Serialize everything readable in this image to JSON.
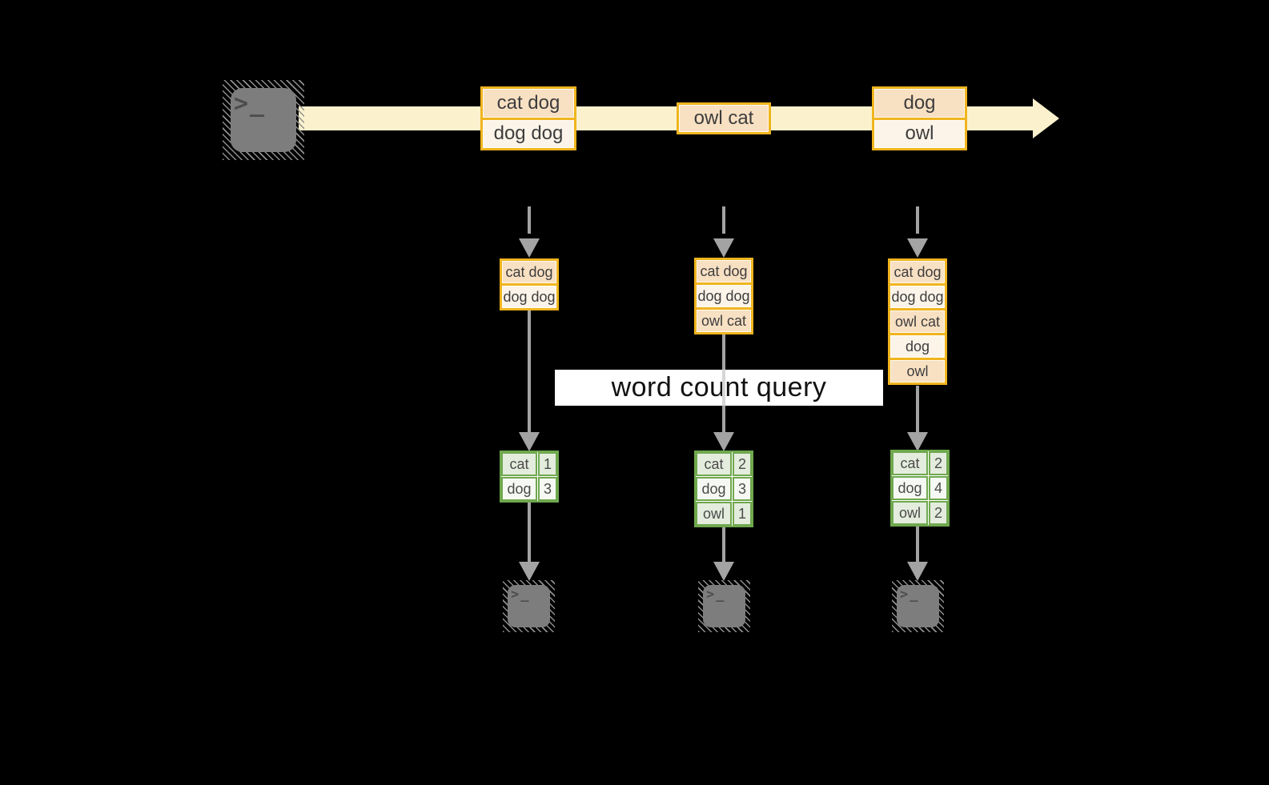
{
  "colors": {
    "background": "#000000",
    "gold_border": "#f0b41e",
    "peach_fill": "#f8e0c3",
    "cream_fill": "#fdf4e9",
    "stream_band": "#fbf2cd",
    "green_border": "#6fa84e",
    "green_fill_dark": "#e4ecdd",
    "green_fill_light": "#f6f9f3",
    "arrow_gray": "#a3a3a3",
    "terminal_gray": "#7d7d7d",
    "query_band": "#ffffff"
  },
  "icons": {
    "terminal_glyph": ">_"
  },
  "stream": {
    "batches": [
      {
        "rows": [
          "cat dog",
          "dog dog"
        ]
      },
      {
        "rows": [
          "owl cat"
        ]
      },
      {
        "rows": [
          "dog",
          "owl"
        ]
      }
    ]
  },
  "query": {
    "label": "word count query"
  },
  "columns": [
    {
      "stack": [
        "cat dog",
        "dog dog"
      ],
      "counts": [
        {
          "word": "cat",
          "count": "1"
        },
        {
          "word": "dog",
          "count": "3"
        }
      ]
    },
    {
      "stack": [
        "cat dog",
        "dog dog",
        "owl cat"
      ],
      "counts": [
        {
          "word": "cat",
          "count": "2"
        },
        {
          "word": "dog",
          "count": "3"
        },
        {
          "word": "owl",
          "count": "1"
        }
      ]
    },
    {
      "stack": [
        "cat dog",
        "dog dog",
        "owl cat",
        "dog",
        "owl"
      ],
      "counts": [
        {
          "word": "cat",
          "count": "2"
        },
        {
          "word": "dog",
          "count": "4"
        },
        {
          "word": "owl",
          "count": "2"
        }
      ]
    }
  ]
}
